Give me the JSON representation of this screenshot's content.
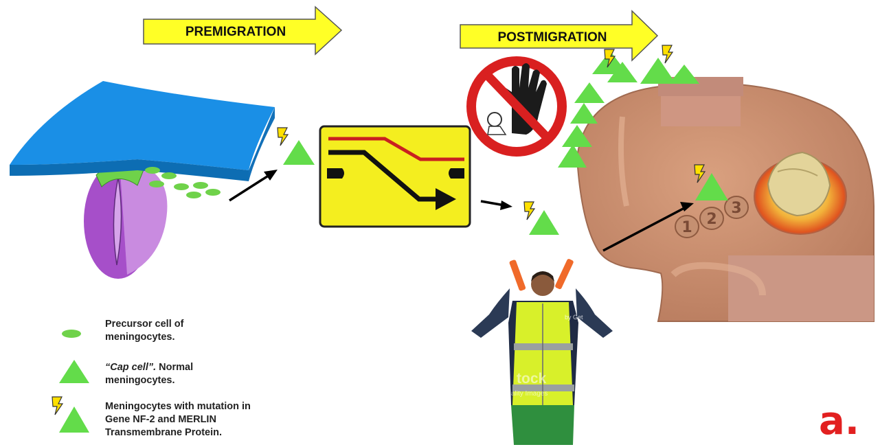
{
  "phases": {
    "premigration": "PREMIGRATION",
    "postmigration": "POSTMIGRATION"
  },
  "watermark": {
    "brand_fragment": "tock",
    "sub_fragment": "ality Images",
    "corner_fragment": "by Get"
  },
  "brain_numbers": [
    "1",
    "2",
    "3"
  ],
  "legend": [
    {
      "icon": "green-ellipse-icon",
      "text": "Precursor cell of meningocytes."
    },
    {
      "icon": "green-triangle-icon",
      "text_italic": "“Cap cell”.",
      "text": " Normal meningocytes."
    },
    {
      "icon": "lightning-triangle-icon",
      "text": "Meningocytes with mutation in Gene NF-2 and MERLIN Transmembrane Protein."
    }
  ],
  "panel_label": "a.",
  "colors": {
    "arrow_fill": "#ffff26",
    "neural_plate": "#1a8fe6",
    "neural_tube": "#a64fc9",
    "crest_green": "#6fd24a",
    "cap_cell_green": "#63dc4a",
    "bolt_yellow": "#ffe000",
    "sign_yellow": "#f4ee1f",
    "stop_red": "#d92020",
    "brain": "#c98d70",
    "panel_label_red": "#e22020"
  }
}
